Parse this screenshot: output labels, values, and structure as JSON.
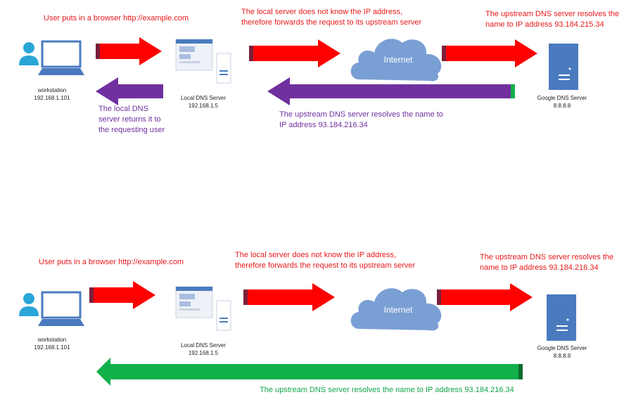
{
  "colors": {
    "red_arrow": "#ff0000",
    "red_arrow_tail": "#7b1f3a",
    "purple_arrow": "#7030a0",
    "green_arrow": "#12b04a",
    "cloud": "#7a9fd4",
    "device_blue": "#4a7bbf",
    "person": "#2aa5d8",
    "red_text": "#e8191a",
    "purple_text": "#7030a0",
    "green_text": "#12a54a"
  },
  "top": {
    "note_user": "User puts in a browser http://example.com",
    "note_local_line1": "The local server does not know the IP address,",
    "note_local_line2": "therefore forwards the request to its upstream server",
    "note_upstream_line1": "The upstream DNS server resolves the",
    "note_upstream_line2": "name to IP address 93.184.215.34",
    "note_return_line1": "The upstream DNS server resolves the name to",
    "note_return_line2": "IP address 93.184.216.34",
    "note_local_return_line1": "The local DNS",
    "note_local_return_line2": "server returns it to",
    "note_local_return_line3": "the requesting user",
    "workstation_name": "workstation",
    "workstation_ip": "192.168.1.101",
    "local_dns_name": "Local DNS Server",
    "local_dns_ip": "192.168.1.5",
    "cloud_label": "Internet",
    "google_name": "Google DNS Server",
    "google_ip": "8.8.8.8"
  },
  "bottom": {
    "note_user": "User puts in a browser http://example.com",
    "note_local_line1": "The local server does not know the IP address,",
    "note_local_line2": "therefore forwards the request to its upstream server",
    "note_upstream_line1": "The upstream DNS server resolves the",
    "note_upstream_line2": "name to IP address 93.184.216.34",
    "note_return": "The upstream DNS server resolves the name to IP address 93.184.216.34",
    "workstation_name": "workstation",
    "workstation_ip": "192.168.1.101",
    "local_dns_name": "Local DNS Server",
    "local_dns_ip": "192.168.1.5",
    "cloud_label": "Internet",
    "google_name": "Google DNS Server",
    "google_ip": "8.8.8.8"
  }
}
